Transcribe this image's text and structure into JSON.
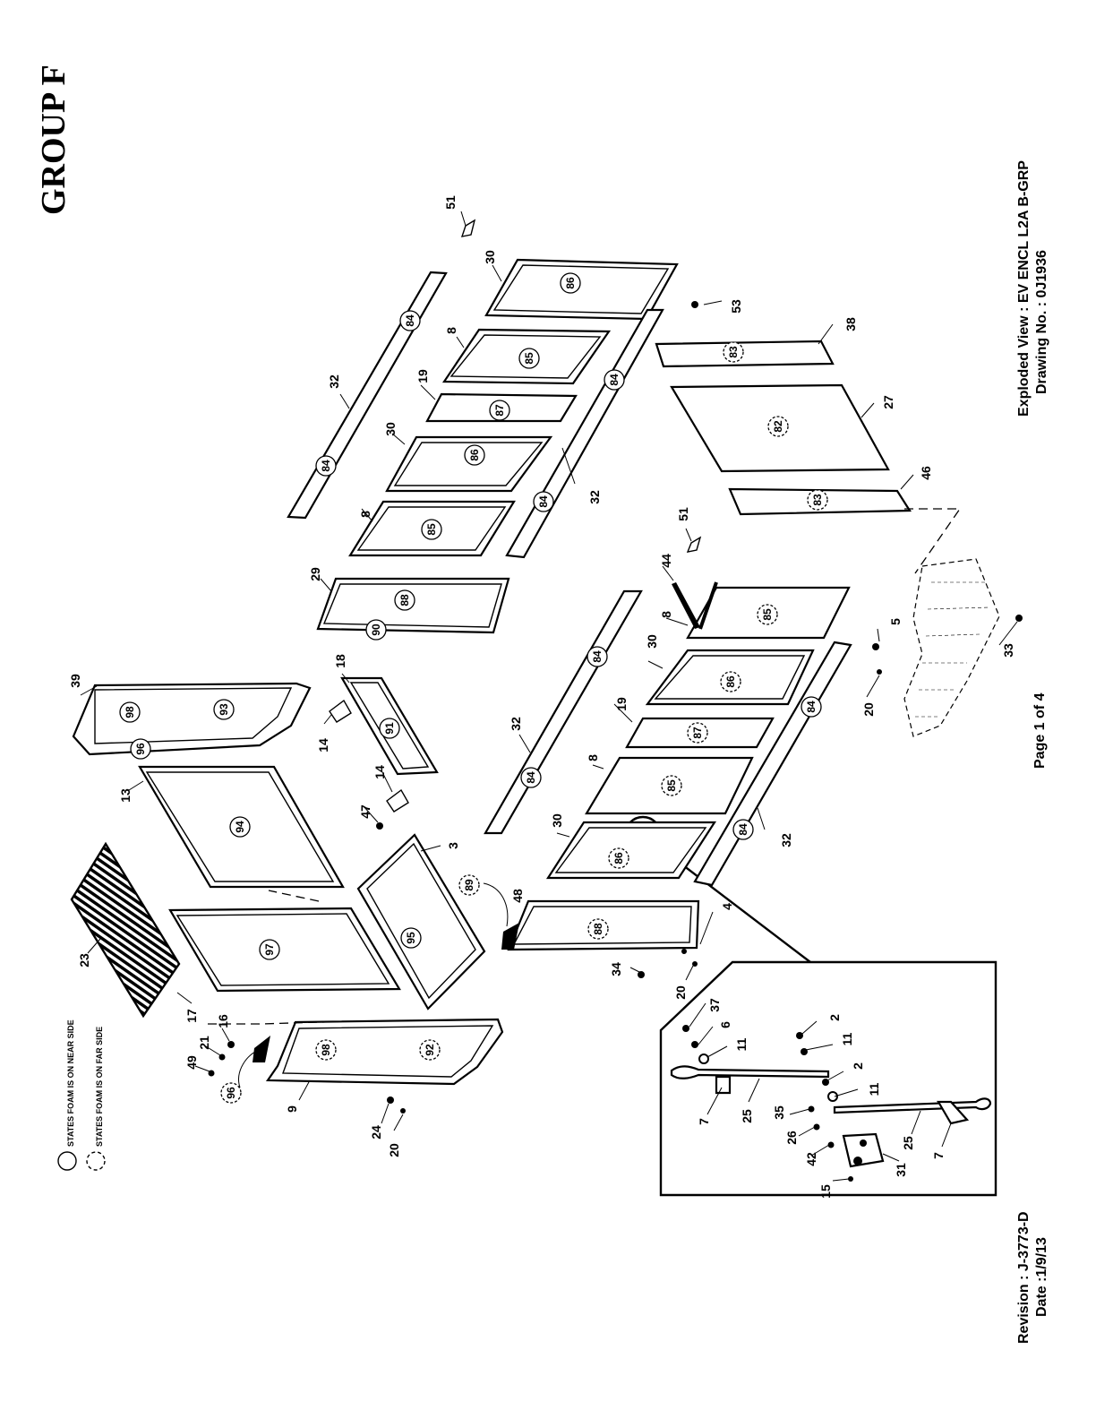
{
  "page": {
    "group_title": "GROUP F",
    "view_caption": "Exploded View : EV ENCL L2A B-GRP",
    "drawing_caption": "Drawing No. : 0J1936",
    "page_label": "Page 1 of 4",
    "revision": "Revision : J-3773-D",
    "date": "Date :1/9/13"
  },
  "legend": {
    "near_side": "STATES FOAM IS ON NEAR SIDE",
    "far_side": "STATES FOAM IS ON FAR SIDE"
  },
  "callouts": {
    "c51a": "51",
    "c30a": "30",
    "c86a": "86",
    "c8a": "8",
    "c85a": "85",
    "c32a": "32",
    "c84a": "84",
    "c84b": "84",
    "c19a": "19",
    "c87a": "87",
    "c30b": "30",
    "c86b": "86",
    "c8b": "8",
    "c85b": "85",
    "c84c": "84",
    "c84d": "84",
    "c32b": "32",
    "c29": "29",
    "c88a": "88",
    "c90": "90",
    "c53": "53",
    "c38": "38",
    "c83a": "83",
    "c27": "27",
    "c82": "82",
    "c46": "46",
    "c83b": "83",
    "c51b": "51",
    "c44": "44",
    "c8c": "8",
    "c85c": "85",
    "c5": "5",
    "c33": "33",
    "c30c": "30",
    "c86c": "86",
    "c84e": "84",
    "c20a": "20",
    "c19b": "19",
    "c87b": "87",
    "c32c": "32",
    "c84f": "84",
    "c84g": "84",
    "c8d": "8",
    "c85d": "85",
    "c30d": "30",
    "c86d": "86",
    "c84h": "84",
    "c32d": "32",
    "c39": "39",
    "c98a": "98",
    "c93": "93",
    "c96a": "96",
    "c18": "18",
    "c91": "91",
    "c14a": "14",
    "c14b": "14",
    "c47": "47",
    "c13": "13",
    "c94": "94",
    "c3": "3",
    "c95": "95",
    "c89": "89",
    "c48": "48",
    "c88b": "88",
    "c4": "4",
    "c20b": "20",
    "c34": "34",
    "c23": "23",
    "c97": "97",
    "c17": "17",
    "c16": "16",
    "c21": "21",
    "c49": "49",
    "c96b": "96",
    "c98b": "98",
    "c92": "92",
    "c9": "9",
    "c24": "24",
    "c20c": "20",
    "d37": "37",
    "d6": "6",
    "d11a": "11",
    "d2a": "2",
    "d11b": "11",
    "d2b": "2",
    "d11c": "11",
    "d7a": "7",
    "d25a": "25",
    "d35": "35",
    "d26": "26",
    "d42": "42",
    "d15": "15",
    "d31": "31",
    "d25b": "25",
    "d7b": "7"
  }
}
